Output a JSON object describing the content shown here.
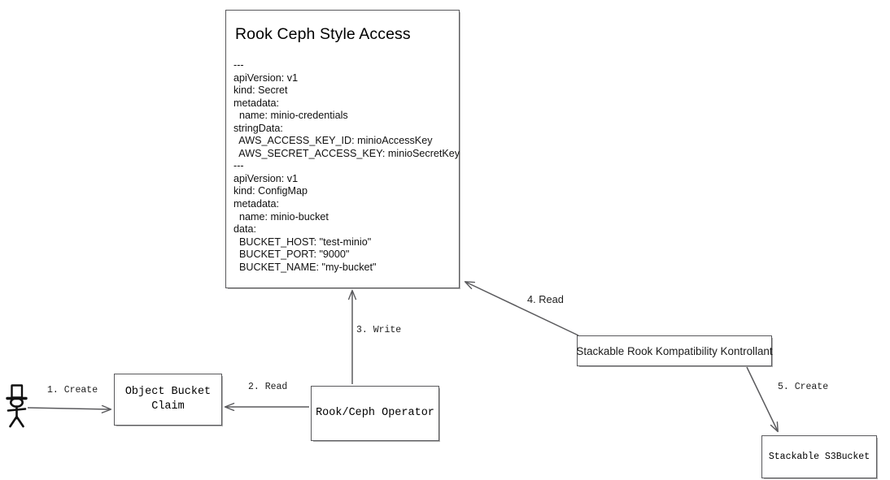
{
  "diagram": {
    "title": "Rook Ceph Style Access flow",
    "stroke_color": "#59595c",
    "text_color": "#000000",
    "background": "#ffffff"
  },
  "yaml_card": {
    "title": "Rook Ceph Style Access",
    "body": "---\napiVersion: v1\nkind: Secret\nmetadata:\n  name: minio-credentials\nstringData:\n  AWS_ACCESS_KEY_ID: minioAccessKey\n  AWS_SECRET_ACCESS_KEY: minioSecretKey\n---\napiVersion: v1\nkind: ConfigMap\nmetadata:\n  name: minio-bucket\ndata:\n  BUCKET_HOST: \"test-minio\"\n  BUCKET_PORT: \"9000\"\n  BUCKET_NAME: \"my-bucket\""
  },
  "nodes": {
    "actor": {
      "name": "user-actor",
      "icon": "stick-figure-with-top-hat"
    },
    "object_bucket_claim": {
      "label": "Object Bucket\nClaim"
    },
    "operator": {
      "label": "Rook/Ceph Operator"
    },
    "kontrollant": {
      "label": "Stackable Rook Kompatibility Kontrollant"
    },
    "s3bucket": {
      "label": "Stackable S3Bucket"
    }
  },
  "edges": [
    {
      "id": "e1",
      "label": "1. Create",
      "from": "user-actor",
      "to": "object-bucket-claim"
    },
    {
      "id": "e2",
      "label": "2. Read",
      "from": "rook-ceph-operator",
      "to": "object-bucket-claim"
    },
    {
      "id": "e3",
      "label": "3. Write",
      "from": "rook-ceph-operator",
      "to": "yaml-card"
    },
    {
      "id": "e4",
      "label": "4. Read",
      "from": "kontrollant",
      "to": "yaml-card"
    },
    {
      "id": "e5",
      "label": "5. Create",
      "from": "kontrollant",
      "to": "s3bucket"
    }
  ]
}
